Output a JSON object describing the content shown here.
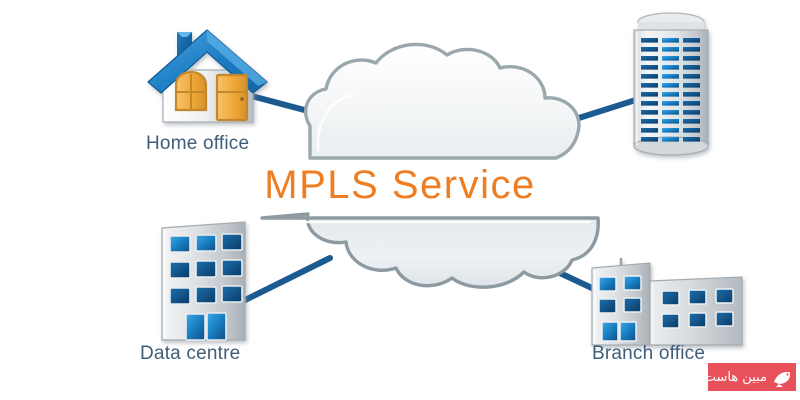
{
  "diagram": {
    "title": "MPLS Service",
    "title_color": "#ef7d22",
    "background_color": "#ffffff",
    "link_color": "#1c5a92",
    "label_color": "#3f5d78",
    "cloud_fill": "#f2f4f5",
    "cloud_stroke": "#9aa7ad",
    "nodes": [
      {
        "id": "home-office",
        "label": "Home office",
        "icon": "house-icon"
      },
      {
        "id": "tower",
        "label": "",
        "icon": "office-tower-icon"
      },
      {
        "id": "data-centre",
        "label": "Data centre",
        "icon": "data-centre-building-icon"
      },
      {
        "id": "branch-office",
        "label": "Branch office",
        "icon": "branch-office-building-icon"
      }
    ],
    "clouds": [
      {
        "id": "upper-cloud",
        "name": "mpls-cloud-upper"
      },
      {
        "id": "lower-cloud",
        "name": "mpls-cloud-lower"
      }
    ],
    "links": [
      {
        "from": "home-office",
        "to": "upper-cloud"
      },
      {
        "from": "upper-cloud",
        "to": "tower"
      },
      {
        "from": "lower-cloud",
        "to": "data-centre"
      },
      {
        "from": "lower-cloud",
        "to": "branch-office"
      }
    ]
  },
  "watermark": {
    "text": "مبین هاست",
    "background_color": "#e8505a",
    "text_color": "#ffffff"
  }
}
